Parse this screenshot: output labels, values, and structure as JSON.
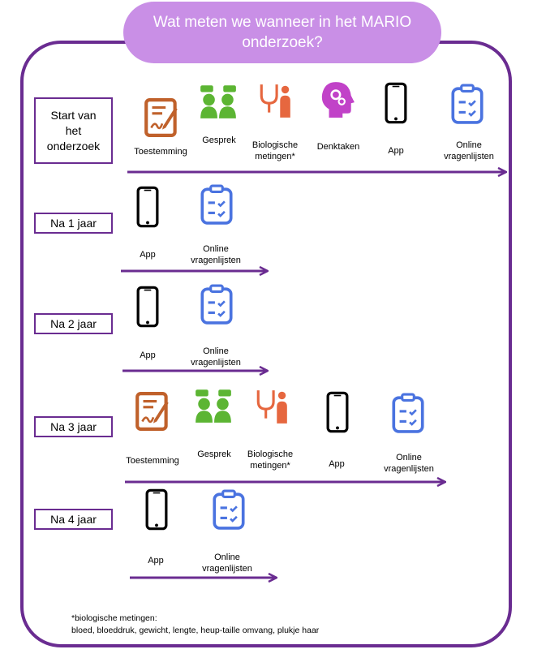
{
  "title": "Wat meten we wanneer in het MARIO onderzoek?",
  "stages": {
    "start": "Start van het onderzoek",
    "year1": "Na 1 jaar",
    "year2": "Na 2 jaar",
    "year3": "Na 3 jaar",
    "year4": "Na 4 jaar"
  },
  "labels": {
    "toestemming": "Toestemming",
    "gesprek": "Gesprek",
    "biologische": "Biologische metingen*",
    "denktaken": "Denktaken",
    "app": "App",
    "online": "Online vragenlijsten"
  },
  "footnote": {
    "line1": "*biologische metingen:",
    "line2": "bloed, bloeddruk, gewicht, lengte, heup-taille omvang, plukje haar"
  },
  "colors": {
    "frame": "#6a2c91",
    "title_bg": "#c98fe6",
    "toestemming": "#c0612b",
    "gesprek": "#5cb533",
    "biologische": "#e6673f",
    "denktaken": "#c142c8",
    "app": "#000000",
    "online": "#4a73e0"
  }
}
